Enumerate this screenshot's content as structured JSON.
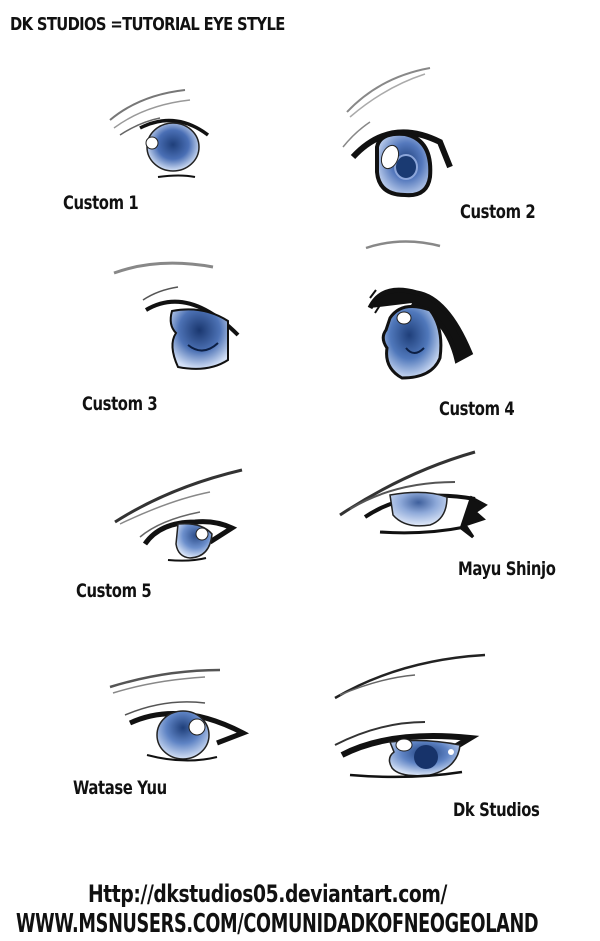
{
  "header": {
    "title": "DK STUDIOS =TUTORIAL EYE STYLE"
  },
  "eyes": [
    {
      "id": "custom-1",
      "label": "Custom 1"
    },
    {
      "id": "custom-2",
      "label": "Custom 2"
    },
    {
      "id": "custom-3",
      "label": "Custom 3"
    },
    {
      "id": "custom-4",
      "label": "Custom 4"
    },
    {
      "id": "custom-5",
      "label": "Custom 5"
    },
    {
      "id": "mayu-shinjo",
      "label": "Mayu Shinjo"
    },
    {
      "id": "watase-yuu",
      "label": "Watase Yuu"
    },
    {
      "id": "dk-studios",
      "label": "Dk Studios"
    }
  ],
  "footer": {
    "url_1": "Http://dkstudios05.deviantart.com/",
    "url_2": "WWW.MSNUSERS.COM/COMUNIDADKOFNEOGEOLAND"
  },
  "colors": {
    "iris_dark": "#1f3f7a",
    "iris_mid": "#5a7fc0",
    "iris_light": "#c9d8f2",
    "line": "#111111",
    "brow": "#555555"
  }
}
